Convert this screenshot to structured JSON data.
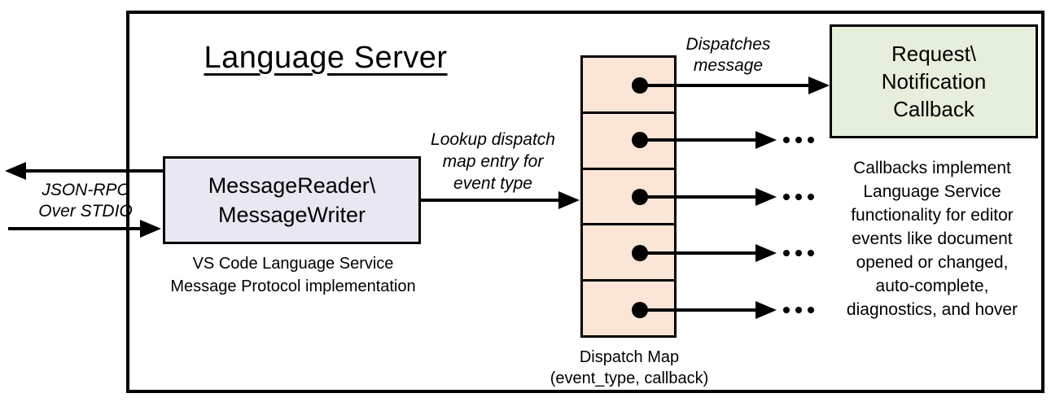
{
  "diagram": {
    "title": "Language Server",
    "io_label": {
      "line1": "JSON-RPC",
      "line2": "Over STDIO"
    },
    "reader_box": {
      "line1": "MessageReader\\",
      "line2": "MessageWriter"
    },
    "reader_caption": {
      "line1": "VS Code Language Service",
      "line2": "Message Protocol implementation"
    },
    "lookup_label": {
      "line1": "Lookup dispatch",
      "line2": "map entry for",
      "line3": "event type"
    },
    "dispatch_label": {
      "line1": "Dispatches",
      "line2": "message"
    },
    "callback_box": {
      "line1": "Request\\",
      "line2": "Notification",
      "line3": "Callback"
    },
    "callbacks_caption": {
      "lines": [
        "Callbacks implement",
        "Language Service",
        "functionality for editor",
        "events like document",
        "opened or changed,",
        "auto-complete,",
        "diagnostics, and hover"
      ]
    },
    "map_label": {
      "line1": "Dispatch Map",
      "line2": "(event_type, callback)"
    },
    "icons": {
      "ellipsis": "ellipsis-icon",
      "dispatch_entry": "dispatch-dot"
    },
    "colors": {
      "line": "#000000",
      "reader_fill": "#E9E7F1",
      "map_fill": "#FBE5D6",
      "callback_fill": "#E6EFDC"
    }
  }
}
